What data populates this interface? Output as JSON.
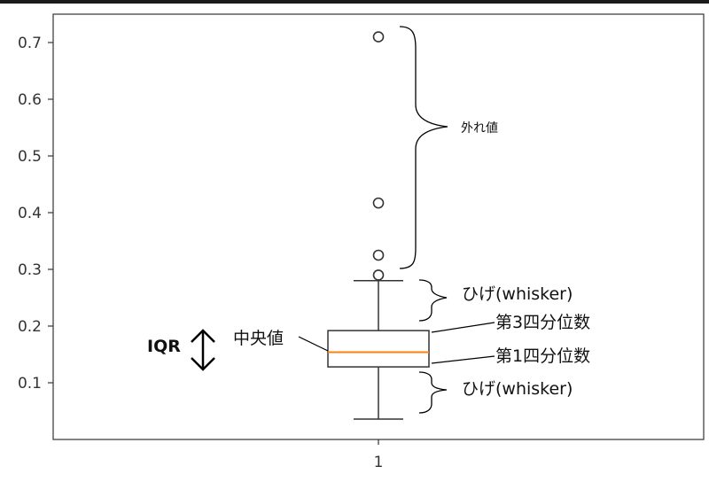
{
  "chart_data": {
    "type": "box",
    "categories": [
      "1"
    ],
    "box": {
      "whisker_low": 0.036,
      "q1": 0.128,
      "median": 0.154,
      "q3": 0.192,
      "whisker_high": 0.28,
      "outliers": [
        0.29,
        0.325,
        0.417,
        0.71
      ]
    },
    "ylim": [
      0.0,
      0.75
    ],
    "yticks": [
      "0.1",
      "0.2",
      "0.3",
      "0.4",
      "0.5",
      "0.6",
      "0.7"
    ],
    "grid": false,
    "colors": {
      "median_line": "#ff7f0e",
      "box": "#333333"
    }
  },
  "annotations": {
    "outliers": "外れ値",
    "whisker_top": "ひげ(whisker)",
    "q3": "第3四分位数",
    "median": "中央値",
    "q1": "第1四分位数",
    "whisker_bottom": "ひげ(whisker)",
    "iqr": "IQR"
  }
}
